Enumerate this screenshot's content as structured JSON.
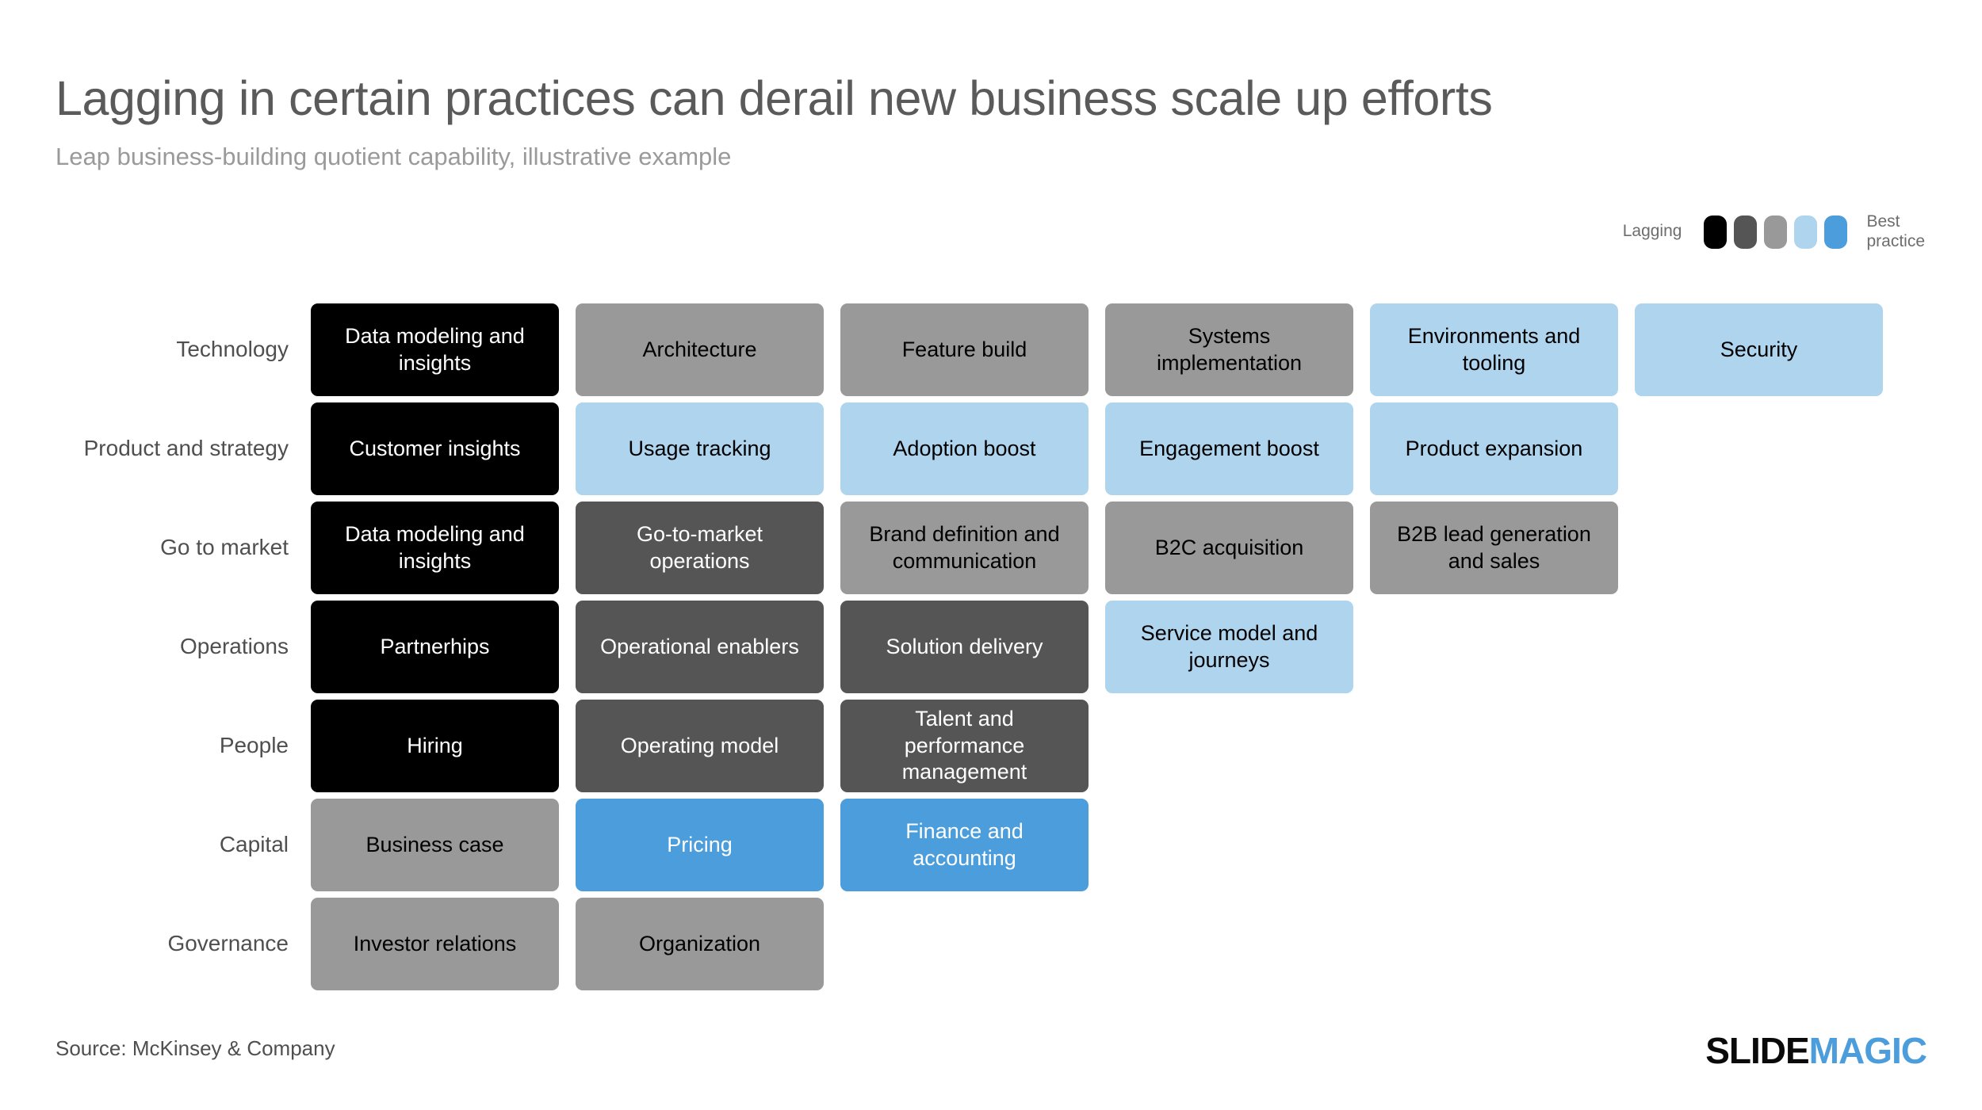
{
  "header": {
    "title": "Lagging in certain practices can derail new business scale up efforts",
    "subtitle": "Leap business-building quotient capability, illustrative example"
  },
  "legend": {
    "left_label": "Lagging",
    "right_label": "Best\npractice",
    "swatches": [
      {
        "name": "lagging",
        "color": "#000000"
      },
      {
        "name": "below-average",
        "color": "#555555"
      },
      {
        "name": "average",
        "color": "#999999"
      },
      {
        "name": "above-average",
        "color": "#aed4ee"
      },
      {
        "name": "best-practice",
        "color": "#4b9ddb"
      }
    ]
  },
  "matrix": {
    "rows": [
      {
        "label": "Technology",
        "cells": [
          {
            "text": "Data modeling and insights",
            "level": 1
          },
          {
            "text": "Architecture",
            "level": 3
          },
          {
            "text": "Feature build",
            "level": 3
          },
          {
            "text": "Systems implementation",
            "level": 3
          },
          {
            "text": "Environments and tooling",
            "level": 4
          },
          {
            "text": "Security",
            "level": 4
          }
        ]
      },
      {
        "label": "Product and strategy",
        "cells": [
          {
            "text": "Customer insights",
            "level": 1
          },
          {
            "text": "Usage tracking",
            "level": 4
          },
          {
            "text": "Adoption boost",
            "level": 4
          },
          {
            "text": "Engagement boost",
            "level": 4
          },
          {
            "text": "Product expansion",
            "level": 4
          }
        ]
      },
      {
        "label": "Go to market",
        "cells": [
          {
            "text": "Data modeling and insights",
            "level": 1
          },
          {
            "text": "Go-to-market operations",
            "level": 2
          },
          {
            "text": "Brand definition and communication",
            "level": 3
          },
          {
            "text": "B2C acquisition",
            "level": 3
          },
          {
            "text": "B2B lead generation and sales",
            "level": 3
          }
        ]
      },
      {
        "label": "Operations",
        "cells": [
          {
            "text": "Partnerhips",
            "level": 1
          },
          {
            "text": "Operational enablers",
            "level": 2
          },
          {
            "text": "Solution delivery",
            "level": 2
          },
          {
            "text": "Service model and journeys",
            "level": 4
          }
        ]
      },
      {
        "label": "People",
        "cells": [
          {
            "text": "Hiring",
            "level": 1
          },
          {
            "text": "Operating model",
            "level": 2
          },
          {
            "text": "Talent and performance management",
            "level": 2
          }
        ]
      },
      {
        "label": "Capital",
        "cells": [
          {
            "text": "Business case",
            "level": 3
          },
          {
            "text": "Pricing",
            "level": 5
          },
          {
            "text": "Finance and accounting",
            "level": 5
          }
        ]
      },
      {
        "label": "Governance",
        "cells": [
          {
            "text": "Investor relations",
            "level": 3
          },
          {
            "text": "Organization",
            "level": 3
          }
        ]
      }
    ]
  },
  "footer": {
    "source": "Source: McKinsey & Company",
    "logo_part1": "SLIDE",
    "logo_part2": "MAGIC"
  }
}
